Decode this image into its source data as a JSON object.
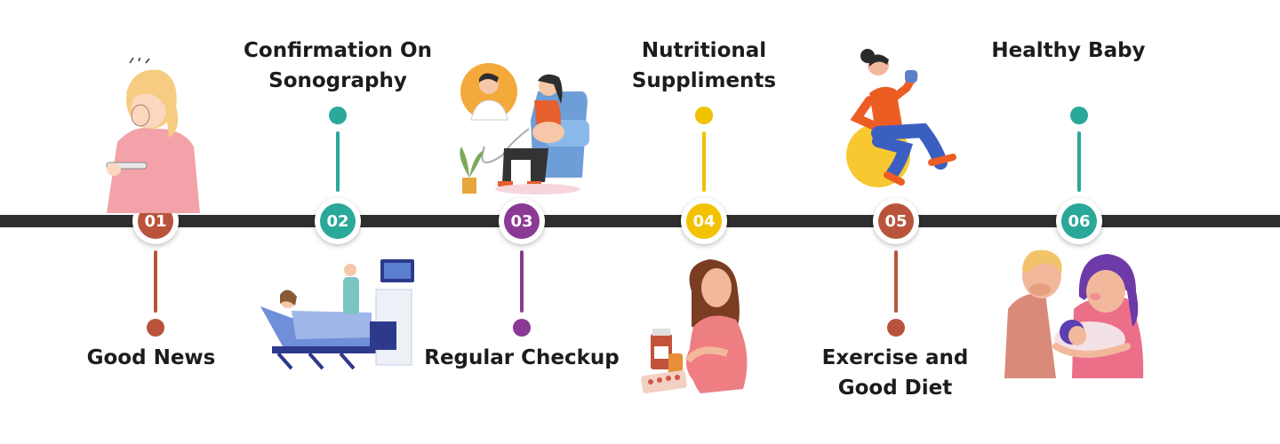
{
  "steps": [
    {
      "number": "01",
      "label": "Good News",
      "color": "#b8543b",
      "side": "below",
      "illustration": "woman-with-pregnancy-test-icon"
    },
    {
      "number": "02",
      "label": "Confirmation On Sonography",
      "color": "#2aa89a",
      "side": "above",
      "illustration": "ultrasound-scan-icon"
    },
    {
      "number": "03",
      "label": "Regular Checkup",
      "color": "#8a3a94",
      "side": "below",
      "illustration": "doctor-checkup-icon"
    },
    {
      "number": "04",
      "label": "Nutritional Suppliments",
      "color": "#f2c200",
      "side": "above",
      "illustration": "pregnant-woman-with-medicine-icon"
    },
    {
      "number": "05",
      "label": "Exercise and Good Diet",
      "color": "#b8543b",
      "side": "below",
      "illustration": "woman-on-exercise-ball-icon"
    },
    {
      "number": "06",
      "label": "Healthy Baby",
      "color": "#2aa89a",
      "side": "above",
      "illustration": "parents-with-baby-icon"
    }
  ]
}
